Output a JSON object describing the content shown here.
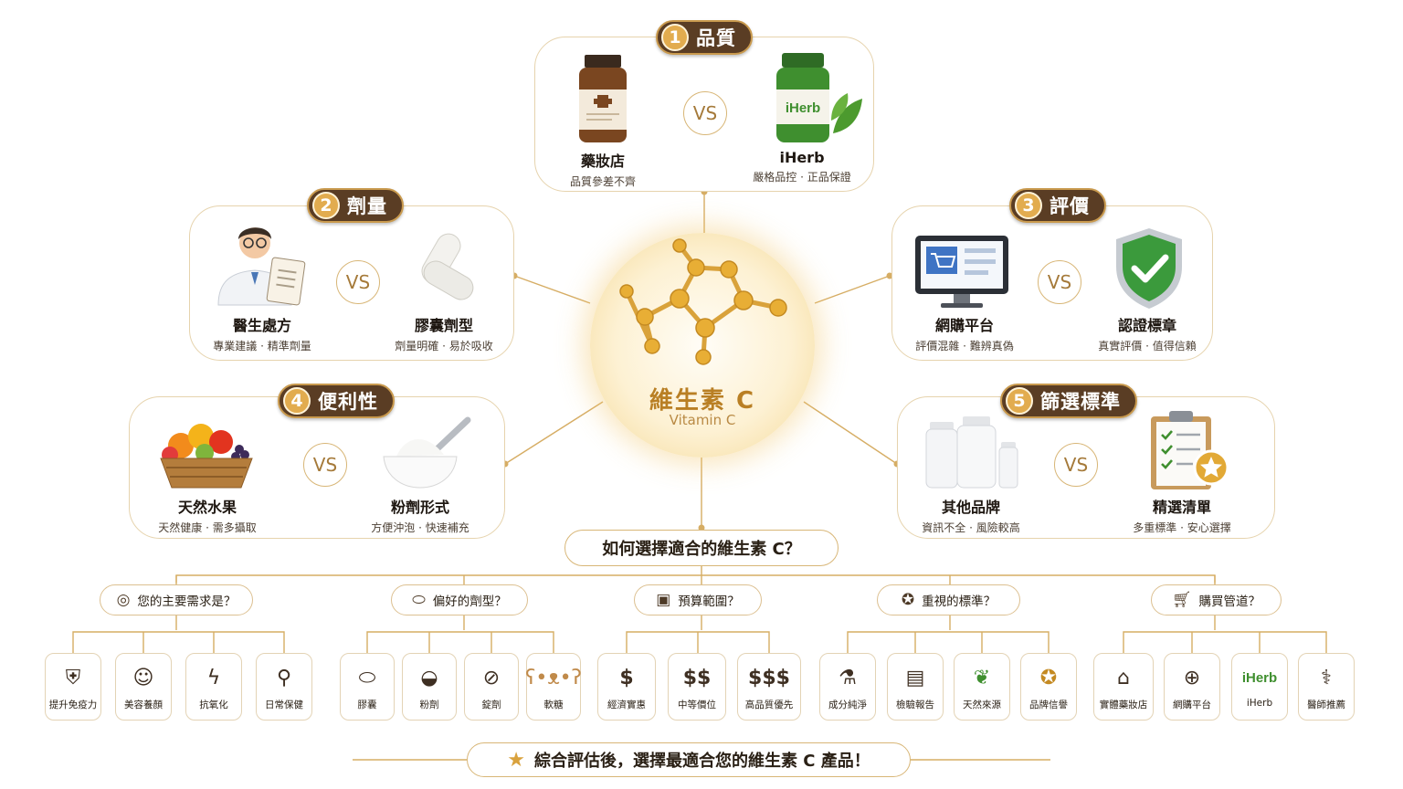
{
  "center": {
    "title": "維生素 C",
    "subtitle": "Vitamin C"
  },
  "vs_label": "VS",
  "panels": [
    {
      "num": "1",
      "label": "品質",
      "left": {
        "title": "藥妝店",
        "desc": "品質參差不齊"
      },
      "right": {
        "title": "iHerb",
        "desc": "嚴格品控 · 正品保證"
      }
    },
    {
      "num": "2",
      "label": "劑量",
      "left": {
        "title": "醫生處方",
        "desc": "專業建議 · 精準劑量"
      },
      "right": {
        "title": "膠囊劑型",
        "desc": "劑量明確 · 易於吸收"
      }
    },
    {
      "num": "3",
      "label": "評價",
      "left": {
        "title": "網購平台",
        "desc": "評價混雜 · 難辨真偽"
      },
      "right": {
        "title": "認證標章",
        "desc": "真實評價 · 值得信賴"
      }
    },
    {
      "num": "4",
      "label": "便利性",
      "left": {
        "title": "天然水果",
        "desc": "天然健康 · 需多攝取"
      },
      "right": {
        "title": "粉劑形式",
        "desc": "方便沖泡 · 快速補充"
      }
    },
    {
      "num": "5",
      "label": "篩選標準",
      "left": {
        "title": "其他品牌",
        "desc": "資訊不全 · 風險較高"
      },
      "right": {
        "title": "精選清單",
        "desc": "多重標準 · 安心選擇"
      }
    }
  ],
  "bottle_label": "iHerb",
  "question": "如何選擇適合的維生素 C？",
  "categories": [
    {
      "label": "您的主要需求是？",
      "icon": "target-icon",
      "items": [
        {
          "label": "提升免疫力",
          "icon": "shield-plus-icon"
        },
        {
          "label": "美容養顏",
          "icon": "woman-face-icon"
        },
        {
          "label": "抗氧化",
          "icon": "lightning-icon"
        },
        {
          "label": "日常保健",
          "icon": "running-icon"
        }
      ]
    },
    {
      "label": "偏好的劑型？",
      "icon": "capsule-icon",
      "items": [
        {
          "label": "膠囊",
          "icon": "capsule-icon"
        },
        {
          "label": "粉劑",
          "icon": "powder-bowl-icon"
        },
        {
          "label": "錠劑",
          "icon": "tablet-icon"
        },
        {
          "label": "軟糖",
          "icon": "gummy-bear-icon"
        }
      ]
    },
    {
      "label": "預算範圍？",
      "icon": "wallet-icon",
      "items": [
        {
          "label": "經濟實惠",
          "icon": "dollar-icon",
          "symbol": "$"
        },
        {
          "label": "中等價位",
          "icon": "dollar-icon",
          "symbol": "$$"
        },
        {
          "label": "高品質優先",
          "icon": "dollar-icon",
          "symbol": "$$$"
        }
      ]
    },
    {
      "label": "重視的標準？",
      "icon": "check-badge-icon",
      "items": [
        {
          "label": "成分純淨",
          "icon": "flask-icon"
        },
        {
          "label": "檢驗報告",
          "icon": "document-icon"
        },
        {
          "label": "天然來源",
          "icon": "leaf-icon"
        },
        {
          "label": "品牌信譽",
          "icon": "award-icon"
        }
      ]
    },
    {
      "label": "購買管道？",
      "icon": "cart-icon",
      "items": [
        {
          "label": "實體藥妝店",
          "icon": "store-icon"
        },
        {
          "label": "網購平台",
          "icon": "globe-icon"
        },
        {
          "label": "iHerb",
          "icon": "iherb-logo",
          "symbol": "iHerb"
        },
        {
          "label": "醫師推薦",
          "icon": "doctor-icon"
        }
      ]
    }
  ],
  "footer": "綜合評估後，選擇最適合您的維生素 C 產品！",
  "colors": {
    "accent": "#d9a23d",
    "badge": "#5a3d24",
    "border": "#e6d3ad",
    "green": "#3f8f2f"
  }
}
